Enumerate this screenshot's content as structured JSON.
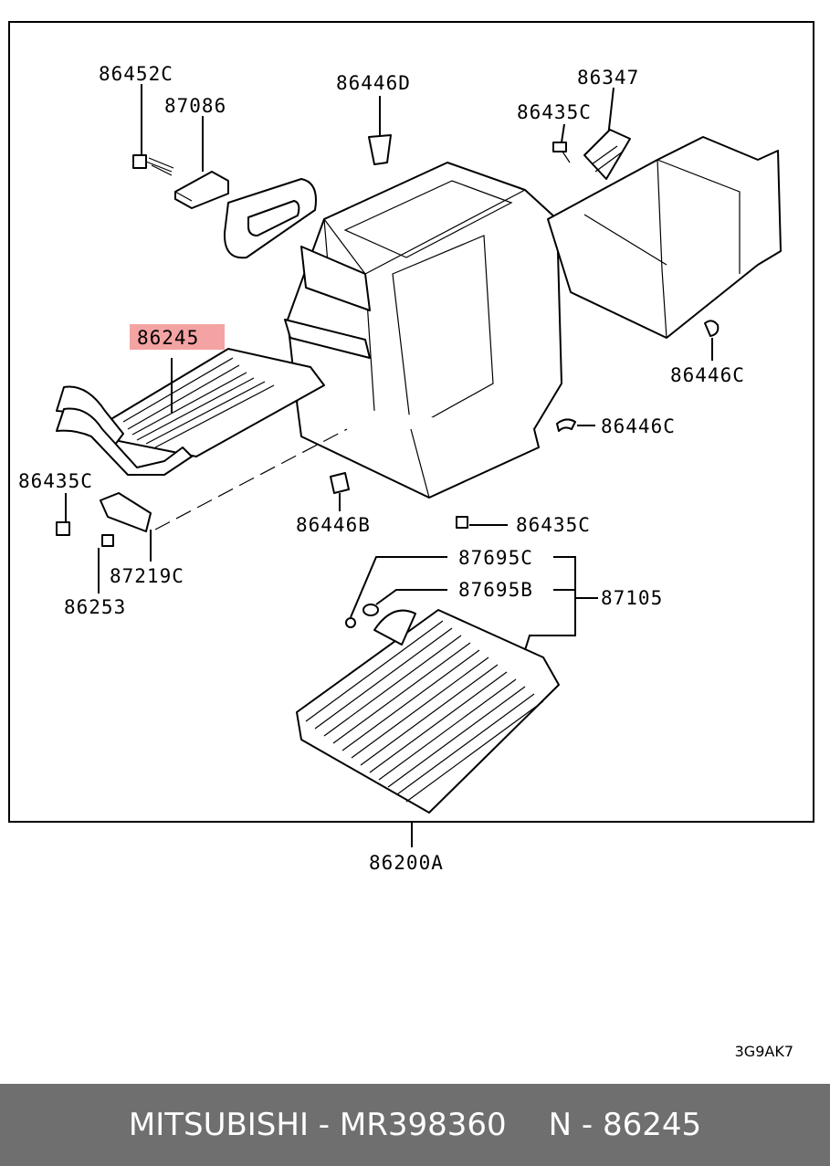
{
  "labels": {
    "p86452C": "86452C",
    "p87086": "87086",
    "p86446D": "86446D",
    "p86347": "86347",
    "p86435C_top": "86435C",
    "p86245": "86245",
    "p86446C_right": "86446C",
    "p86446C_mid": "86446C",
    "p86435C_left": "86435C",
    "p86446B": "86446B",
    "p86435C_mid": "86435C",
    "p87219C": "87219C",
    "p86253": "86253",
    "p87695C": "87695C",
    "p87695B": "87695B",
    "p87105": "87105",
    "p86200A": "86200A"
  },
  "highlight_color": "#f4a3a3",
  "diagram_code": "3G9AK7",
  "footer": {
    "brand": "MITSUBISHI",
    "separator": " - ",
    "part_number": "MR398360",
    "ref_prefix": "N - ",
    "ref_number": "86245"
  }
}
